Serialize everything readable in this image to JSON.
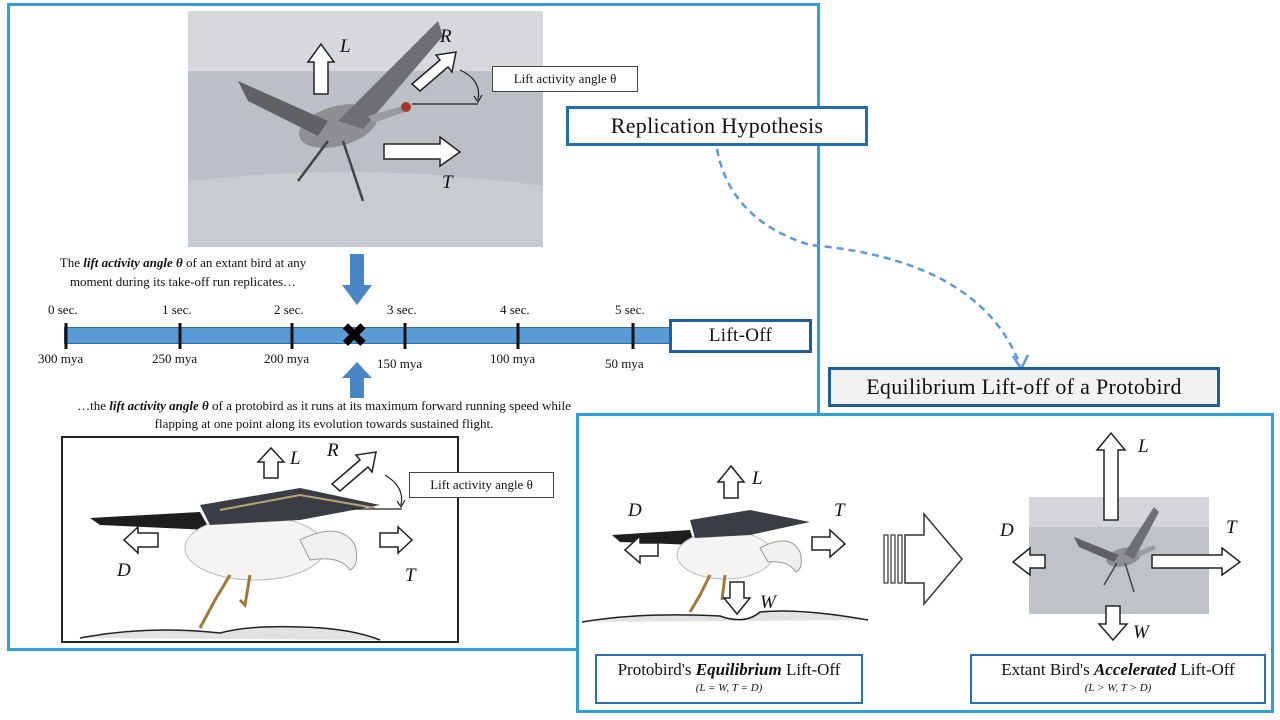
{
  "title_top": "Replication Hypothesis",
  "title_right": "Equilibrium  Lift-off of a Protobird",
  "lift_angle_label": "Lift activity angle θ",
  "forces": {
    "L": "L",
    "R": "R",
    "T": "T",
    "D": "D",
    "W": "W"
  },
  "text_above": {
    "pre": "The ",
    "bold": "lift activity angle θ",
    "post": " of an extant bird at any",
    "line2": "moment during its take-off run replicates…"
  },
  "text_below": {
    "pre": "…the ",
    "bold": "lift activity angle θ",
    "post": " of a protobird as it runs at its  maximum forward running speed while",
    "line2": "flapping at one point along its evolution towards sustained flight."
  },
  "timeline": {
    "seconds": [
      "0 sec.",
      "1 sec.",
      "2 sec.",
      "3 sec.",
      "4 sec.",
      "5 sec."
    ],
    "mya": [
      "300 mya",
      "250 mya",
      "200 mya",
      "150 mya",
      "100 mya",
      "50 mya"
    ],
    "end_label": "Lift-Off",
    "marker": "✖"
  },
  "caption_left": {
    "pre": "Protobird's ",
    "em": "Equilibrium",
    "post": " Lift-Off",
    "formula": "(L = W, T = D)"
  },
  "caption_right": {
    "pre": "Extant Bird's ",
    "em": "Accelerated",
    "post": " Lift-Off",
    "formula": "(L > W, T > D)"
  },
  "colors": {
    "panel_border": "#2ea0d6",
    "title_border": "#1f6fad",
    "timeline": "#5b9bd5",
    "timeline_edge": "#2e6ea6",
    "arrow_blue": "#4a86c5",
    "dashed": "#5b9bd5"
  },
  "icons": [
    "force-arrow-icon",
    "down-arrow-icon",
    "up-arrow-icon",
    "big-right-arrow-icon",
    "x-marker-icon",
    "angle-arc-icon"
  ]
}
